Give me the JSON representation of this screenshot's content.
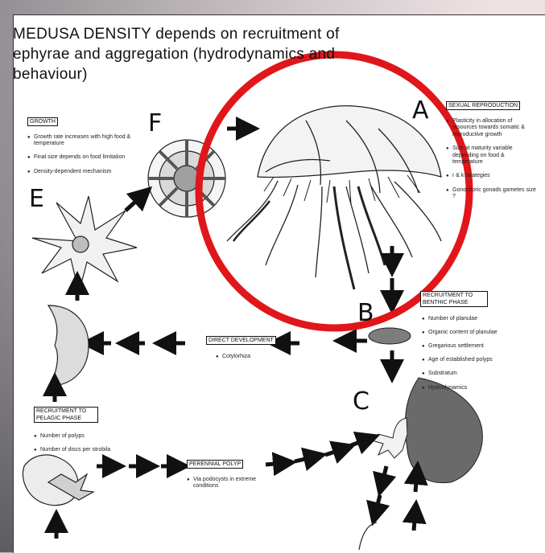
{
  "title": "MEDUSA DENSITY depends on recruitment of ephyrae and aggregation (hydrodynamics and behaviour)",
  "stage_labels": {
    "a": "A",
    "b": "B",
    "c": "C",
    "e": "E",
    "f": "F"
  },
  "boxes": {
    "growth": "GROWTH",
    "sexual": "SEXUAL REPRODUCTION",
    "recruit_benthic": "RECRUITMENT TO BENTHIC PHASE",
    "direct": "DIRECT DEVELOPMENT",
    "recruit_pelagic": "RECRUITMENT TO PELAGIC PHASE",
    "perennial": "PERENNIAL POLYP"
  },
  "notes": {
    "growth": [
      "Growth rate increases with high food & temperature",
      "Final size depends on food limitation",
      "Density-dependent mechanism"
    ],
    "sexual": [
      "Plasticity in allocation of resources towards somatic & reproductive growth",
      "Size at maturity variable depending on food & temperature",
      "r & k strategies",
      "Gonochoric gonads gametes size ?"
    ],
    "recruit_benthic": [
      "Number of planulae",
      "Organic content of planulae",
      "Gregarious settlement",
      "Age of established polyps",
      "Substratum",
      "Hydrodynamics"
    ],
    "direct": [
      "Cotylorhiza"
    ],
    "recruit_pelagic": [
      "Number of polyps",
      "Number of discs per strobila"
    ],
    "perennial": [
      "Via podocysts in extreme conditions"
    ]
  },
  "colors": {
    "circle": "#e0161a",
    "ink": "#111111",
    "page": "#ffffff"
  }
}
